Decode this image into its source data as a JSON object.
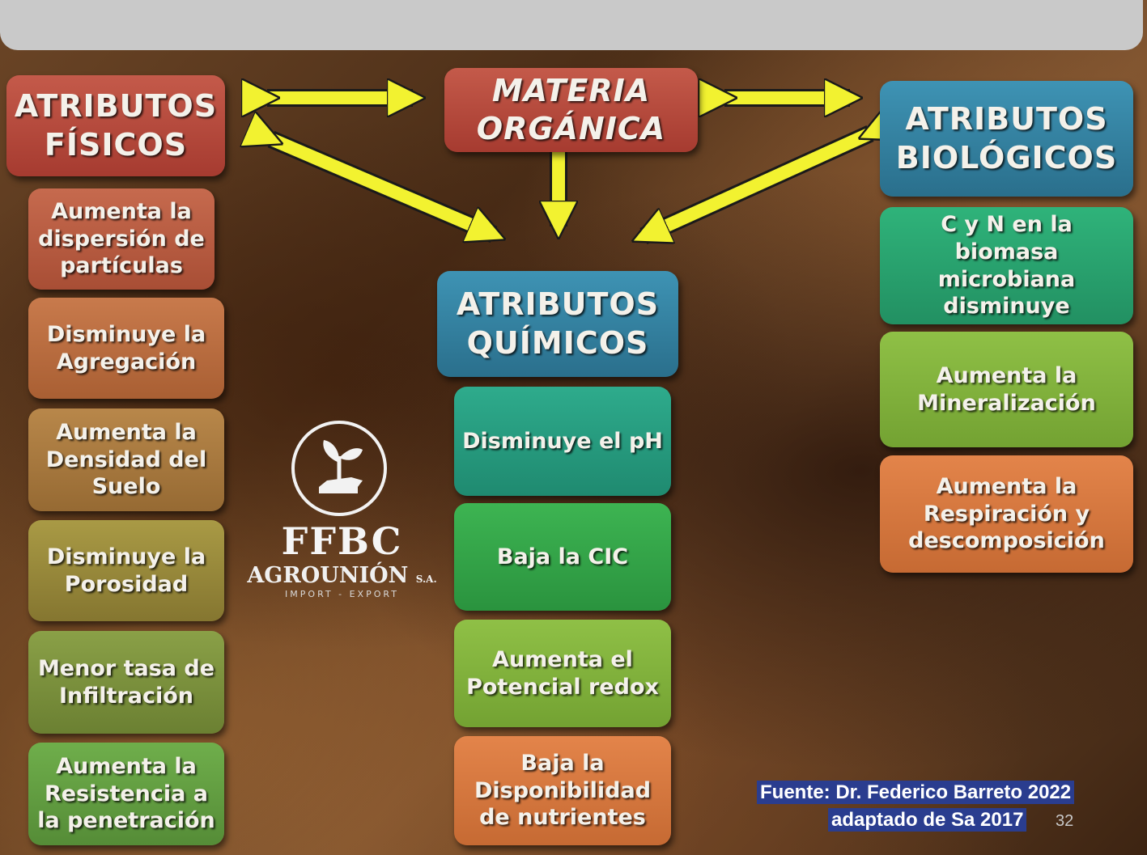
{
  "center": {
    "title": "MATERIA\nORGÁNICA"
  },
  "physical": {
    "title": "ATRIBUTOS\nFÍSICOS",
    "items": [
      "Aumenta la dispersión de partículas",
      "Disminuye la Agregación",
      "Aumenta la Densidad del Suelo",
      "Disminuye la Porosidad",
      "Menor tasa de Infiltración",
      "Aumenta la Resistencia a la penetración"
    ]
  },
  "chemical": {
    "title": "ATRIBUTOS\nQUÍMICOS",
    "items": [
      "Disminuye el pH",
      "Baja la CIC",
      "Aumenta el Potencial redox",
      "Baja la Disponibilidad de nutrientes"
    ]
  },
  "biological": {
    "title": "ATRIBUTOS\nBIOLÓGICOS",
    "items": [
      "C y N en la biomasa microbiana disminuye",
      "Aumenta la Mineralización",
      "Aumenta la Respiración y descomposición"
    ]
  },
  "logo": {
    "brand": "FFBC",
    "company": "AGROUNIÓN",
    "suffix": "S.A.",
    "tagline": "IMPORT - EXPORT"
  },
  "source": {
    "line1": "Fuente: Dr. Federico Barreto 2022",
    "line2": "adaptado de Sa 2017",
    "page": "32"
  },
  "colors": {
    "arrow": "#f2f230",
    "arrow_outline": "#1a1a1a",
    "header_red": "#b14a3d",
    "header_blue": "#3384a5",
    "source_bg": "#2a3d8f"
  }
}
